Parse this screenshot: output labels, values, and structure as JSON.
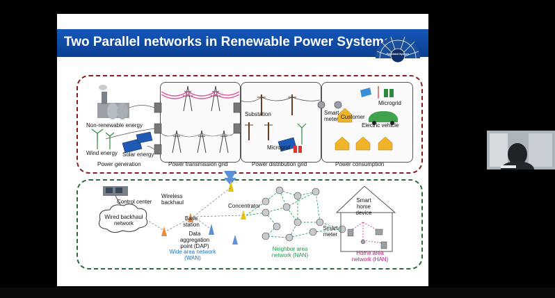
{
  "slide": {
    "title": "Two Parallel networks in Renewable Power Systems",
    "logo_label": "Embedded Systems"
  },
  "power": {
    "non_renewable": "Non-renewable energy",
    "wind": "Wind energy",
    "solar": "Solar energy",
    "generation": "Power generation",
    "transmission": "Power transmission grid",
    "substation": "Substation",
    "microgrid_dist": "Microgrid",
    "distribution": "Power distribution grid",
    "smart_meter": "Smart meter",
    "customer": "Customer",
    "microgrid_cons": "Microgrid",
    "ev": "Electric vehicle",
    "consumption": "Power consumption"
  },
  "network": {
    "control_center": "Control center",
    "wired_backhaul": "Wired backhaul network",
    "wireless_backhaul": "Wireless backhaul",
    "base_station": "Base station",
    "concentrator": "Concentrator",
    "dap": "Data aggregation point (DAP)",
    "wan": "Wide area network (WAN)",
    "nan": "Neighbor area network (NAN)",
    "smart_meter": "Smart meter",
    "smart_home_device": "Smart home device",
    "han": "Home area network (HAN)"
  },
  "colors": {
    "title_bar": "#0b3f92",
    "power_border": "#8b1a1a",
    "network_border": "#2a6b3a",
    "wan_text": "#1a73c8",
    "nan_text": "#1f9a46",
    "han_text": "#c2187a",
    "arrow": "#5b8fd6"
  }
}
